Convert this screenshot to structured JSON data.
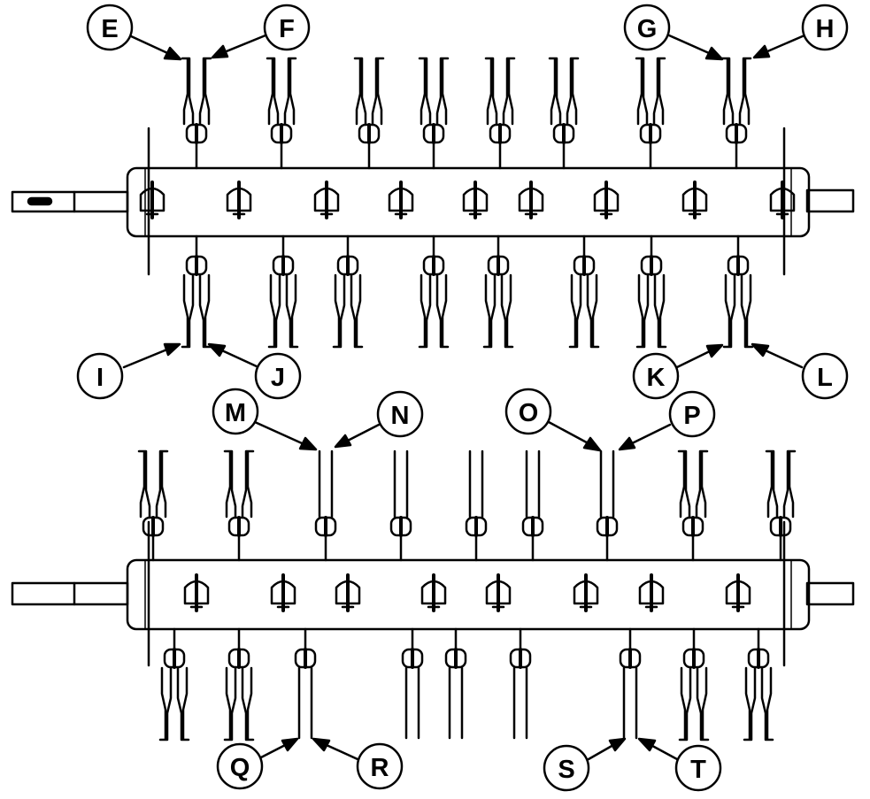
{
  "colors": {
    "ink": "#000000",
    "paper": "#ffffff"
  },
  "callouts": {
    "E": "E",
    "F": "F",
    "G": "G",
    "H": "H",
    "I": "I",
    "J": "J",
    "K": "K",
    "L": "L",
    "M": "M",
    "N": "N",
    "O": "O",
    "P": "P",
    "Q": "Q",
    "R": "R",
    "S": "S",
    "T": "T"
  }
}
